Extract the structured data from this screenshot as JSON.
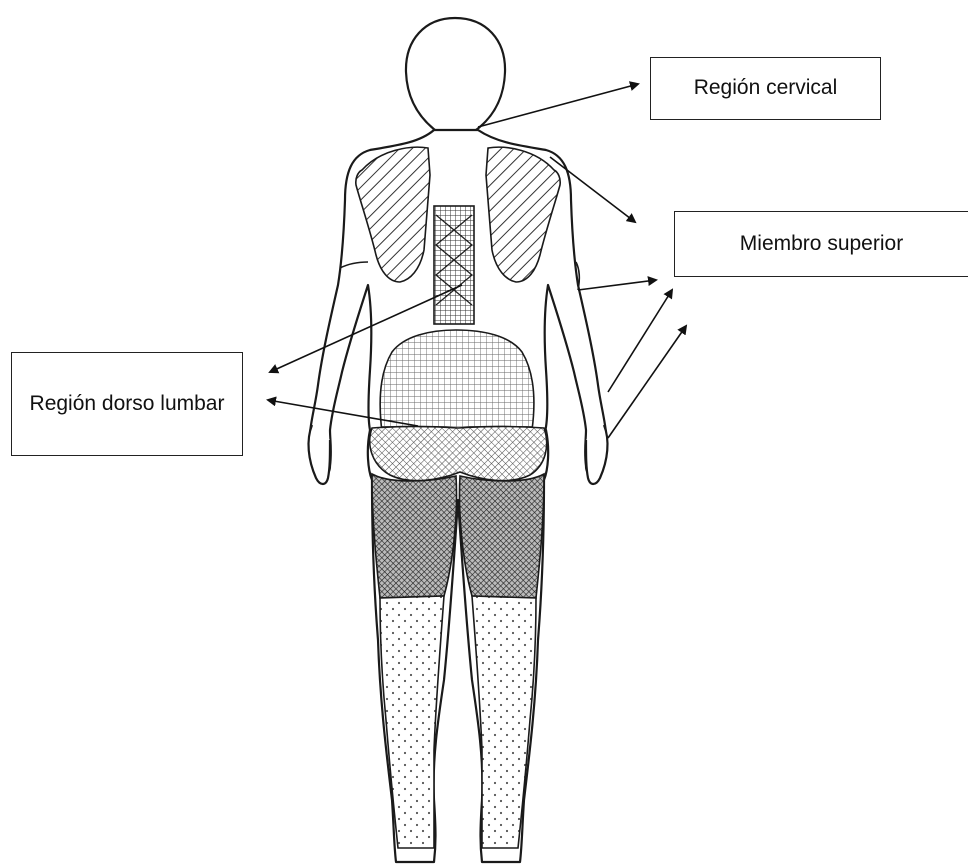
{
  "labels": {
    "cervical": "Región cervical",
    "superior": "Miembro superior",
    "dorso": "Región dorso lumbar"
  },
  "colors": {
    "outline": "#1a1a1a",
    "hatch": "#3a3a3a",
    "arrow": "#111111"
  }
}
